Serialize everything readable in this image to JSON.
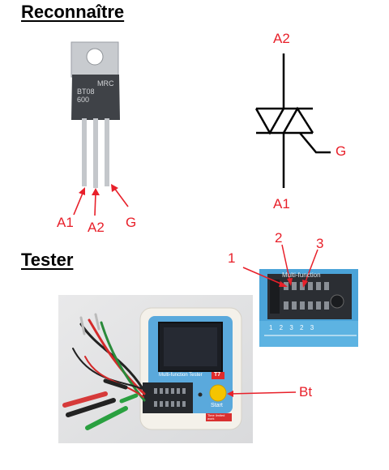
{
  "sections": {
    "recognize_title": "Reconnaître",
    "test_title": "Tester"
  },
  "symbol": {
    "anode2": "A2",
    "anode1": "A1",
    "gate": "G"
  },
  "package": {
    "brand": "MRC",
    "part_line1": "BT08",
    "part_line2": "600",
    "pin_labels": [
      "A1",
      "A2",
      "G"
    ]
  },
  "zoom": {
    "callouts": [
      "1",
      "2",
      "3"
    ],
    "device_text": "Multi-function",
    "pin_numbers": "1 2 3 2 3"
  },
  "tester": {
    "device_label": "Multi-function Tester",
    "model": "T7",
    "start": "Start",
    "button_callout": "Bt",
    "warning": "Time limited work"
  },
  "colors": {
    "annotation": "#e8202a",
    "device_blue": "#5aa9dc",
    "device_body": "#f4f1ea",
    "button_yellow": "#f5c400"
  }
}
